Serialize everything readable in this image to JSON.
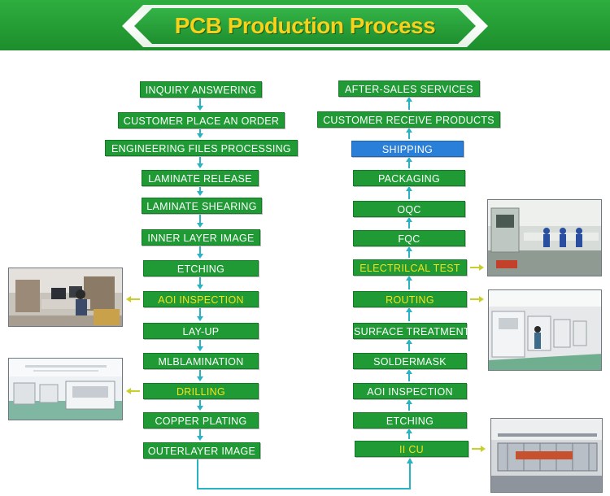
{
  "title": "PCB Production Process",
  "left_steps": [
    {
      "label": "INQUIRY ANSWERING"
    },
    {
      "label": "CUSTOMER PLACE AN ORDER"
    },
    {
      "label": "ENGINEERING FILES PROCESSING"
    },
    {
      "label": "LAMINATE RELEASE"
    },
    {
      "label": "LAMINATE SHEARING"
    },
    {
      "label": "INNER LAYER IMAGE"
    },
    {
      "label": "ETCHING"
    },
    {
      "label": "AOI INSPECTION",
      "highlight": true
    },
    {
      "label": "LAY-UP"
    },
    {
      "label": "MLBLAMINATION"
    },
    {
      "label": "DRILLING",
      "highlight": true
    },
    {
      "label": "COPPER PLATING"
    },
    {
      "label": "OUTERLAYER IMAGE"
    }
  ],
  "right_steps": [
    {
      "label": "AFTER-SALES SERVICES"
    },
    {
      "label": "CUSTOMER RECEIVE PRODUCTS"
    },
    {
      "label": "SHIPPING",
      "highlight": "blue"
    },
    {
      "label": "PACKAGING"
    },
    {
      "label": "OQC"
    },
    {
      "label": "FQC"
    },
    {
      "label": "ELECTRILCAL TEST",
      "highlight": true
    },
    {
      "label": "ROUTING",
      "highlight": true
    },
    {
      "label": "SURFACE TREATMENT"
    },
    {
      "label": "SOLDERMASK"
    },
    {
      "label": "AOI INSPECTION"
    },
    {
      "label": "ETCHING"
    },
    {
      "label": "II CU",
      "highlight": true
    }
  ],
  "photos": [
    {
      "name": "aoi-inspection-photo",
      "depicts": "office inspection room"
    },
    {
      "name": "drilling-photo",
      "depicts": "drilling machine hall"
    },
    {
      "name": "electrical-test-photo",
      "depicts": "testing room with workers"
    },
    {
      "name": "routing-photo",
      "depicts": "routing machine line"
    },
    {
      "name": "ii-cu-photo",
      "depicts": "plating line"
    }
  ],
  "colors": {
    "banner_green": "#1d8e2c",
    "title_yellow": "#f7d21c",
    "step_green": "#1f9a35",
    "highlight_text": "#f4e21a",
    "shipping_blue": "#2a7fd8",
    "connector_cyan": "#27b3c1",
    "photo_arrow_yellow": "#c9cf2a"
  }
}
